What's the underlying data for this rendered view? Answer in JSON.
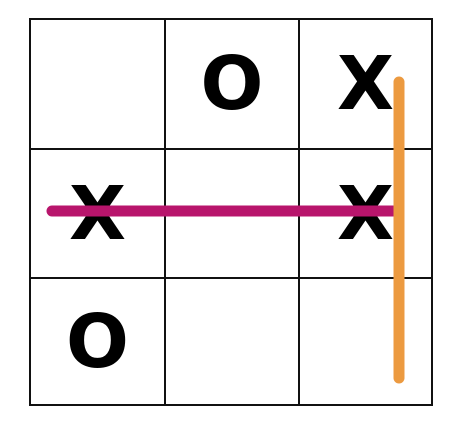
{
  "board": {
    "cells": [
      "",
      "O",
      "X",
      "X",
      "",
      "X",
      "O",
      "",
      ""
    ]
  },
  "win_lines": [
    {
      "name": "row-2-strike",
      "color": "#B8156C"
    },
    {
      "name": "column-3-strike",
      "color": "#EC9A40"
    }
  ]
}
